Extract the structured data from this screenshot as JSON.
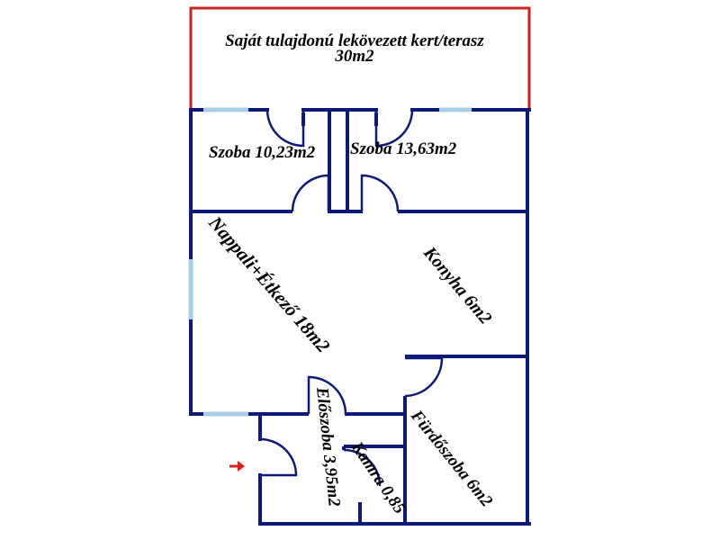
{
  "plan": {
    "colors": {
      "wall": "#0f1a78",
      "window": "#a9cde6",
      "terrace_outline": "#cc1f1f",
      "door_arc": "#0f1a78",
      "entrance_arrow": "#e02020"
    },
    "rooms": {
      "terrace_line1": "Saját tulajdonú lekövezett kert/terasz",
      "terrace_line2": "30m2",
      "room_left": "Szoba 10,23m2",
      "room_right": "Szoba 13,63m2",
      "living": "Nappali+Étkező 18m2",
      "kitchen": "Konyha 6m2",
      "hall": "Előszoba 3,95m2",
      "pantry": "Kamra 0,85",
      "bathroom": "Fürdőszoba 6m2"
    },
    "icons": {
      "entrance": "entrance-arrow-icon"
    }
  }
}
